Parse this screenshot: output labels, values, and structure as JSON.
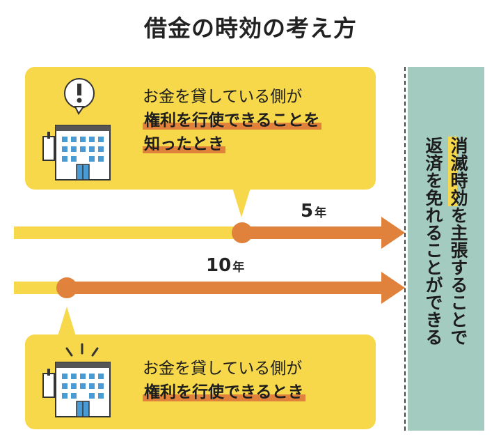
{
  "title": "借金の時効の考え方",
  "top_bubble": {
    "line1": "お金を貸している側が",
    "line2": "権利を行使できることを",
    "line3": "知ったとき"
  },
  "bottom_bubble": {
    "line1": "お金を貸している側が",
    "line2": "権利を行使できるとき"
  },
  "arrow_five": {
    "number": "5",
    "unit": "年"
  },
  "arrow_ten": {
    "number": "10",
    "unit": "年"
  },
  "result": {
    "line1_highlight": "消滅時効",
    "line1_rest": "を主張することで",
    "line2": "返済を免れることができる"
  },
  "colors": {
    "yellow": "#f7d84a",
    "orange": "#e0823c",
    "green": "#a3cbbf"
  }
}
